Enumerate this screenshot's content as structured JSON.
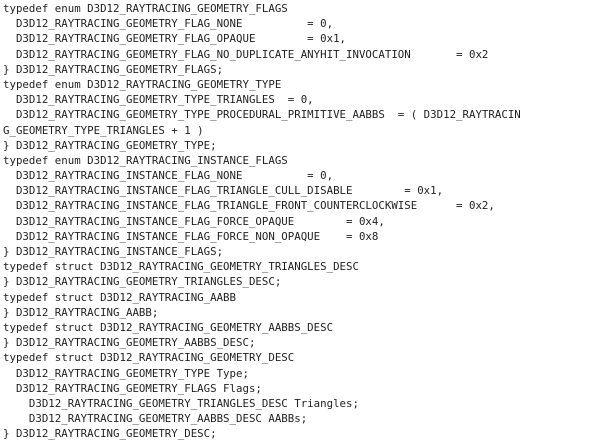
{
  "code_lines": [
    "typedef enum D3D12_RAYTRACING_GEOMETRY_FLAGS",
    "  D3D12_RAYTRACING_GEOMETRY_FLAG_NONE          = 0,",
    "  D3D12_RAYTRACING_GEOMETRY_FLAG_OPAQUE        = 0x1,",
    "  D3D12_RAYTRACING_GEOMETRY_FLAG_NO_DUPLICATE_ANYHIT_INVOCATION       = 0x2",
    "} D3D12_RAYTRACING_GEOMETRY_FLAGS;",
    "typedef enum D3D12_RAYTRACING_GEOMETRY_TYPE",
    "  D3D12_RAYTRACING_GEOMETRY_TYPE_TRIANGLES  = 0,",
    "  D3D12_RAYTRACING_GEOMETRY_TYPE_PROCEDURAL_PRIMITIVE_AABBS  = ( D3D12_RAYTRACIN",
    "G_GEOMETRY_TYPE_TRIANGLES + 1 )",
    "} D3D12_RAYTRACING_GEOMETRY_TYPE;",
    "typedef enum D3D12_RAYTRACING_INSTANCE_FLAGS",
    "  D3D12_RAYTRACING_INSTANCE_FLAG_NONE          = 0,",
    "  D3D12_RAYTRACING_INSTANCE_FLAG_TRIANGLE_CULL_DISABLE        = 0x1,",
    "  D3D12_RAYTRACING_INSTANCE_FLAG_TRIANGLE_FRONT_COUNTERCLOCKWISE      = 0x2,",
    "  D3D12_RAYTRACING_INSTANCE_FLAG_FORCE_OPAQUE        = 0x4,",
    "  D3D12_RAYTRACING_INSTANCE_FLAG_FORCE_NON_OPAQUE    = 0x8",
    "} D3D12_RAYTRACING_INSTANCE_FLAGS;",
    "typedef struct D3D12_RAYTRACING_GEOMETRY_TRIANGLES_DESC",
    "} D3D12_RAYTRACING_GEOMETRY_TRIANGLES_DESC;",
    "typedef struct D3D12_RAYTRACING_AABB",
    "} D3D12_RAYTRACING_AABB;",
    "typedef struct D3D12_RAYTRACING_GEOMETRY_AABBS_DESC",
    "} D3D12_RAYTRACING_GEOMETRY_AABBS_DESC;",
    "typedef struct D3D12_RAYTRACING_GEOMETRY_DESC",
    "  D3D12_RAYTRACING_GEOMETRY_TYPE Type;",
    "  D3D12_RAYTRACING_GEOMETRY_FLAGS Flags;",
    "    D3D12_RAYTRACING_GEOMETRY_TRIANGLES_DESC Triangles;",
    "    D3D12_RAYTRACING_GEOMETRY_AABBS_DESC AABBs;",
    "} D3D12_RAYTRACING_GEOMETRY_DESC;"
  ]
}
